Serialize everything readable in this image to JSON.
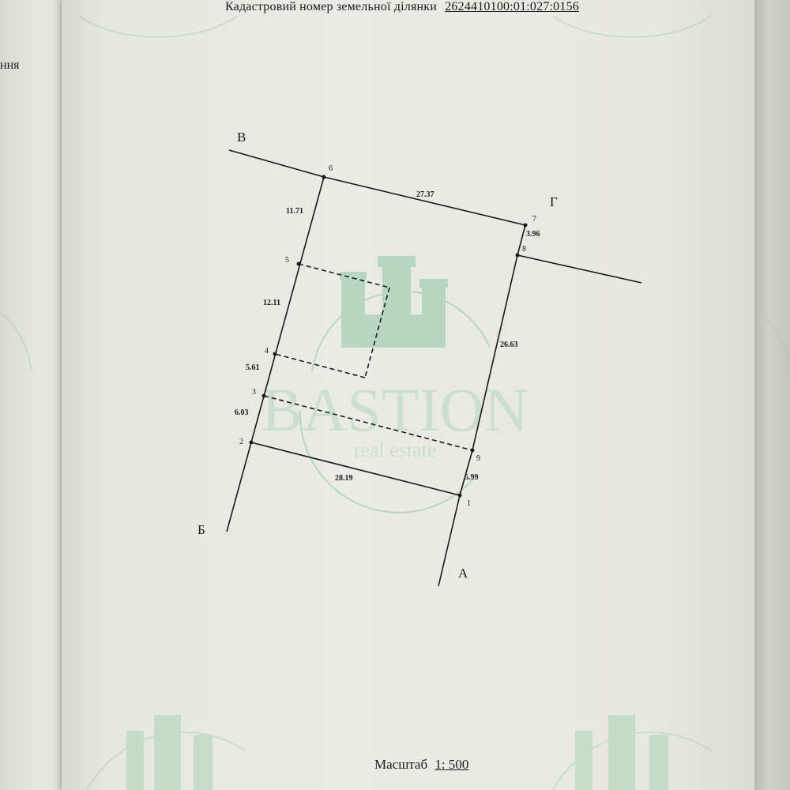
{
  "header": {
    "label": "Кадастровий номер земельної ділянки",
    "cadastral_number": "2624410100:01:027:0156"
  },
  "left_sheet_text": "ння",
  "footer": {
    "label": "Масштаб",
    "scale": "1: 500"
  },
  "watermark": {
    "brand": "BASTION",
    "tagline": "real estate",
    "color": "#8fc7a8"
  },
  "plan": {
    "corner_labels": {
      "A": "А",
      "B": "Б",
      "V": "В",
      "G": "Г"
    },
    "points": [
      "1",
      "2",
      "3",
      "4",
      "5",
      "6",
      "7",
      "8",
      "9"
    ],
    "segment_lengths": {
      "p6_p7": "27.37",
      "p5_p6": "11.71",
      "p7_p8": "3.96",
      "p4_p5": "12.11",
      "p8_p9": "26.63",
      "p3_p4": "5.61",
      "p2_p3": "6.03",
      "p1_p2": "28.19",
      "p9_p1": "5.99"
    }
  }
}
